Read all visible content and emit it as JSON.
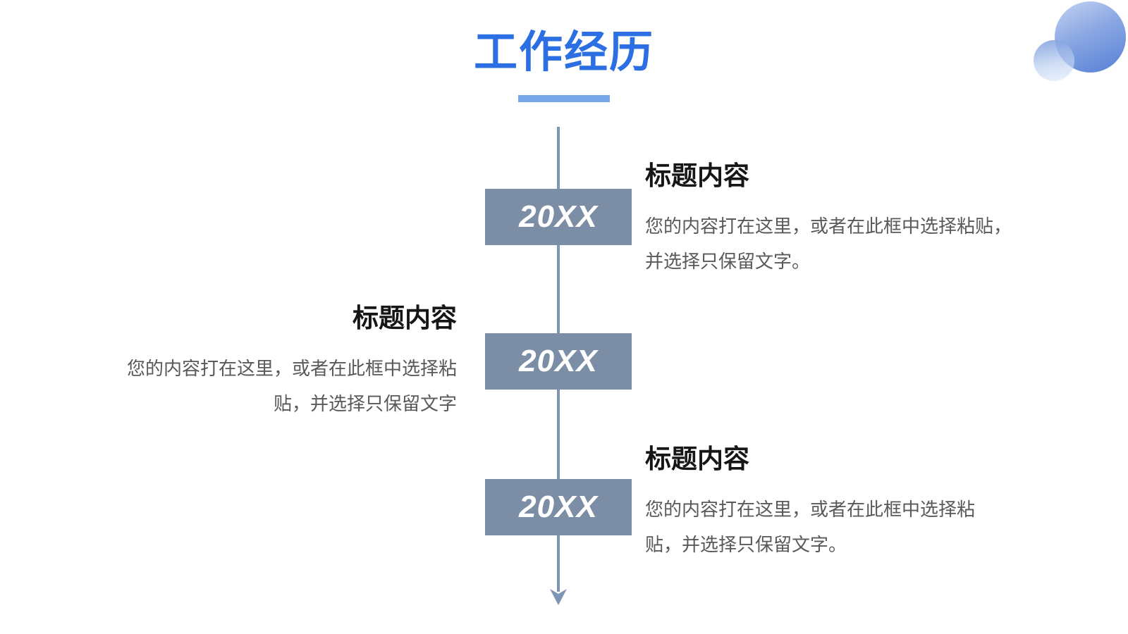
{
  "slide": {
    "title": "工作经历"
  },
  "colors": {
    "title_blue": "#2b6fe3",
    "underline_blue": "#77a6ea",
    "timeline_slate": "#7e96b3",
    "year_box_slate": "#7b8ea6",
    "heading_text": "#161616",
    "body_text": "#595959",
    "circle_gradient_dark": "#5d85d7",
    "circle_gradient_light": "#c2d1f2"
  },
  "timeline": {
    "items": [
      {
        "year": "20XX",
        "side": "right",
        "heading": "标题内容",
        "body_lines": [
          "您的内容打在这里，或者在此框中选择粘贴，",
          "并选择只保留文字。"
        ]
      },
      {
        "year": "20XX",
        "side": "left",
        "heading": "标题内容",
        "body_lines": [
          "您的内容打在这里，或者在此框中选择粘",
          "贴，并选择只保留文字"
        ]
      },
      {
        "year": "20XX",
        "side": "right",
        "heading": "标题内容",
        "body_lines": [
          "您的内容打在这里，或者在此框中选择粘",
          "贴，并选择只保留文字。"
        ]
      }
    ]
  }
}
